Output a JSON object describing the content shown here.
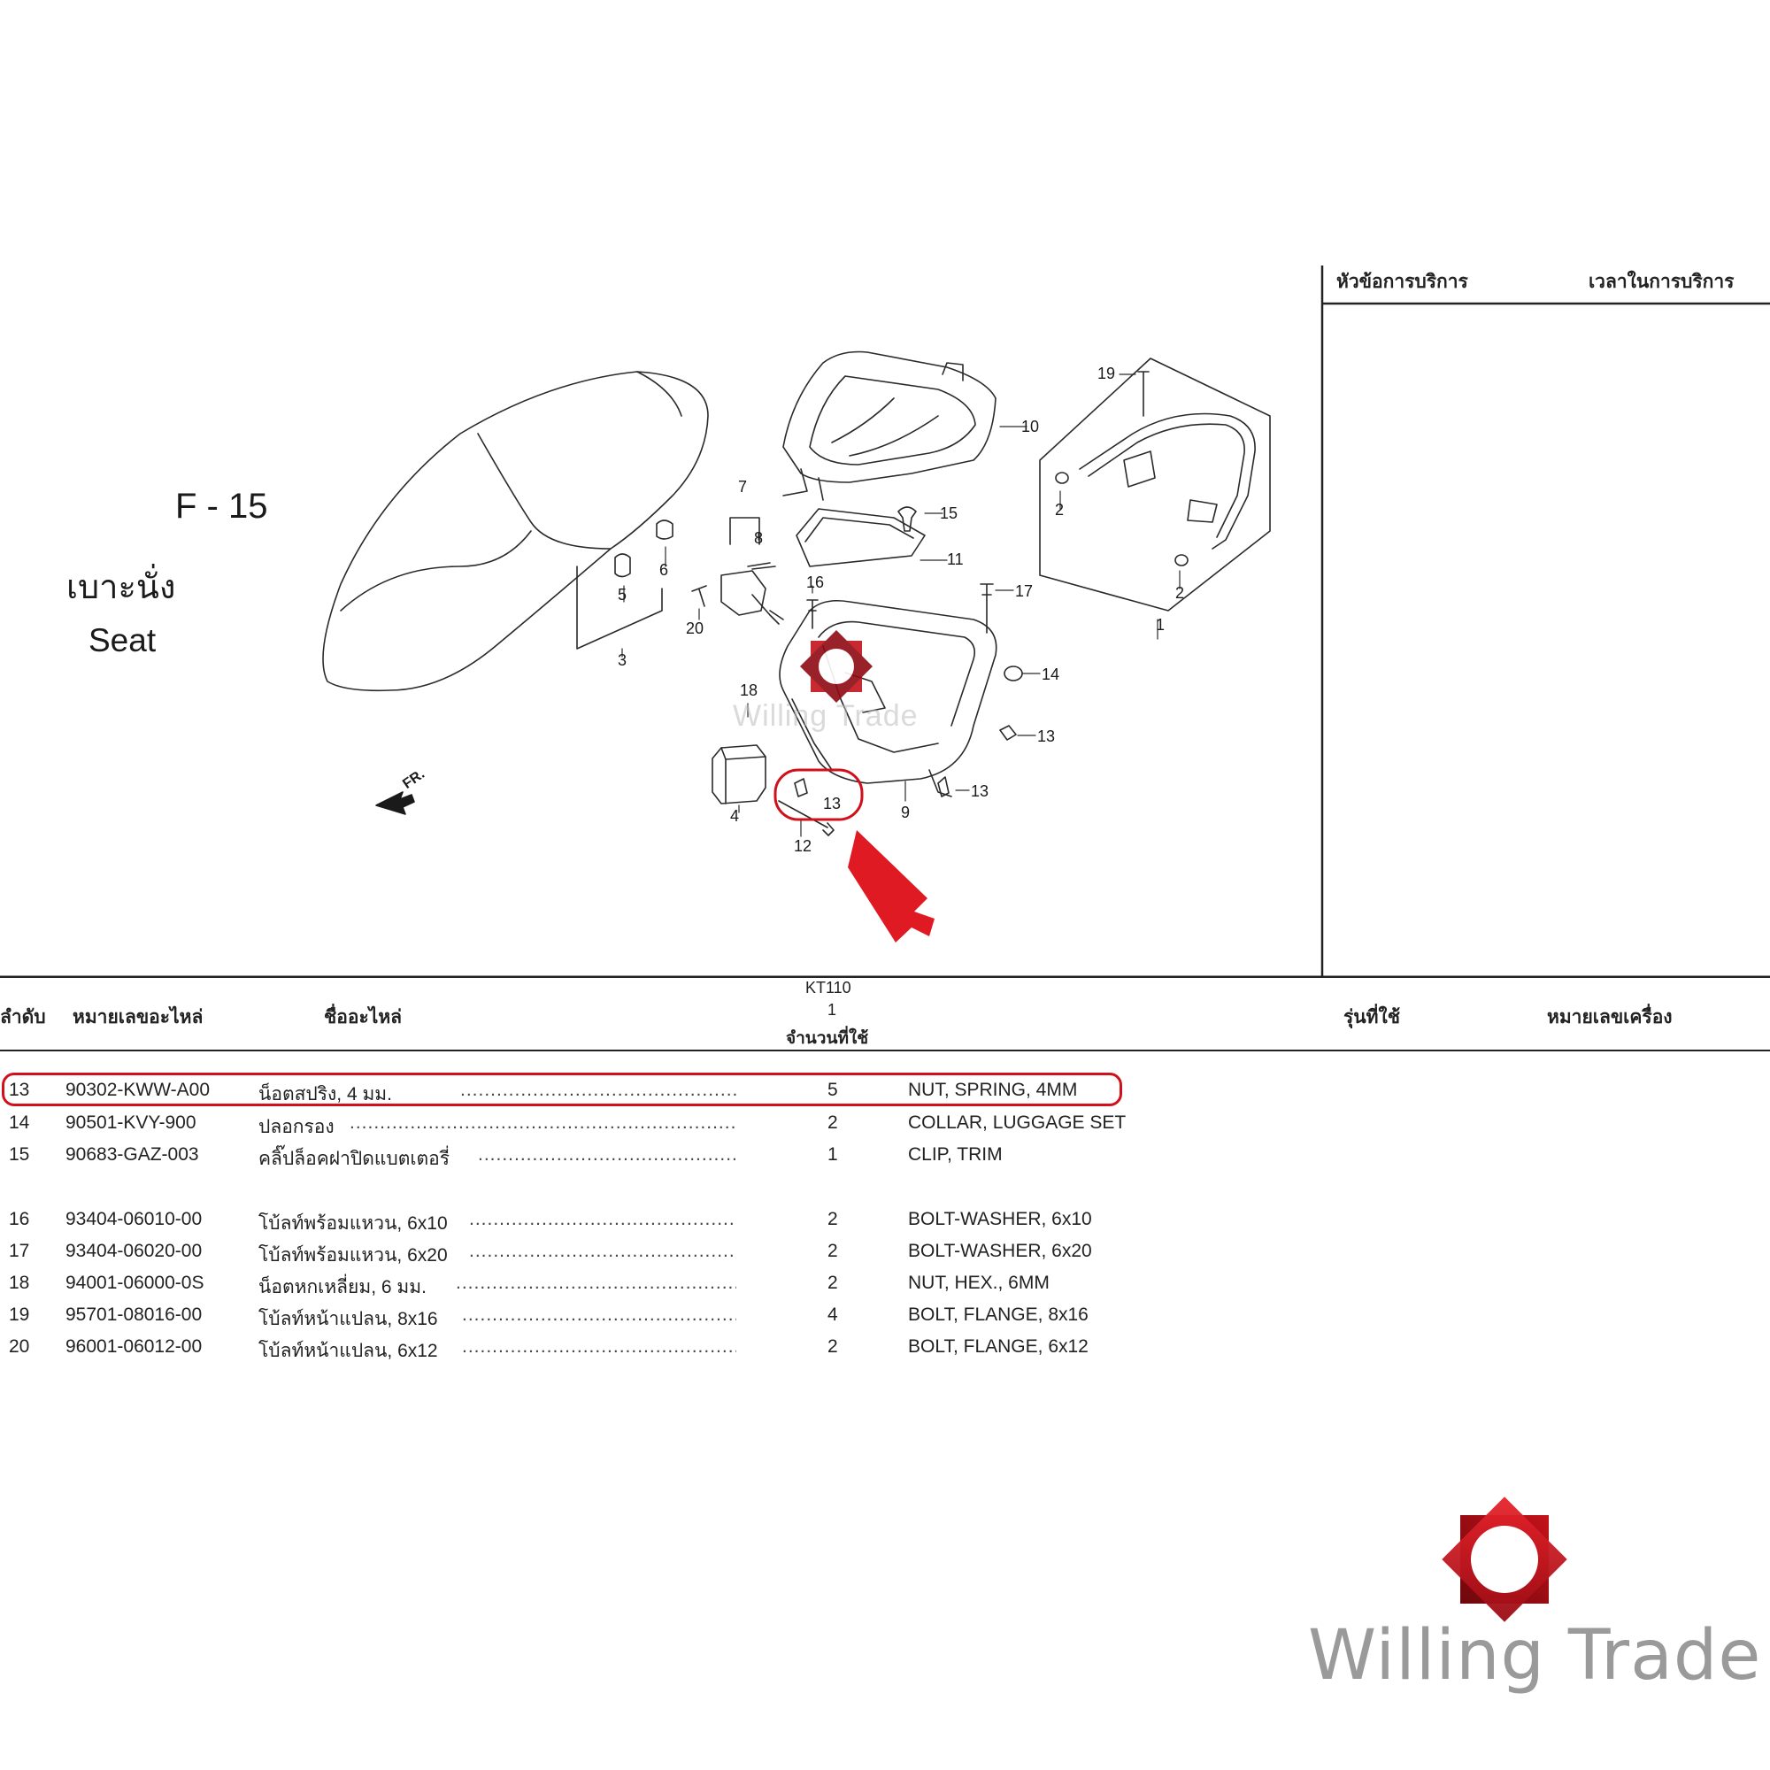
{
  "figure": {
    "code": "F - 15",
    "title_th": "เบาะนั่ง",
    "title_en": "Seat",
    "direction_marker": "FR.",
    "callouts": [
      "1",
      "2",
      "2",
      "3",
      "4",
      "5",
      "6",
      "7",
      "8",
      "9",
      "10",
      "11",
      "12",
      "13",
      "13",
      "13",
      "14",
      "15",
      "16",
      "17",
      "18",
      "19",
      "20"
    ],
    "highlighted_callout": "13"
  },
  "service_panel": {
    "headers": [
      "หัวข้อการบริการ",
      "เวลาในการบริการ"
    ]
  },
  "table": {
    "headers": {
      "no": "ลำดับ",
      "part_no": "หมายเลขอะไหล่",
      "part_name": "ชื่ออะไหล่",
      "model_code": "KT110",
      "model_variant": "1",
      "quantity": "จำนวนที่ใช้",
      "model_used": "รุ่นที่ใช้",
      "engine_no": "หมายเลขเครื่อง"
    },
    "rows": [
      {
        "no": "13",
        "part_no": "90302-KWW-A00",
        "name_th": "น็อตสปริง, 4 มม.",
        "qty": "5",
        "name_en": "NUT, SPRING, 4MM",
        "highlight": true
      },
      {
        "no": "14",
        "part_no": "90501-KVY-900",
        "name_th": "ปลอกรอง",
        "qty": "2",
        "name_en": "COLLAR, LUGGAGE SET",
        "highlight": false
      },
      {
        "no": "15",
        "part_no": "90683-GAZ-003",
        "name_th": "คลิ๊ปล็อคฝาปิดแบตเตอรี่",
        "qty": "1",
        "name_en": "CLIP, TRIM",
        "highlight": false
      },
      {
        "no": "16",
        "part_no": "93404-06010-00",
        "name_th": "โบ้ลท์พร้อมแหวน, 6x10",
        "qty": "2",
        "name_en": "BOLT-WASHER, 6x10",
        "highlight": false
      },
      {
        "no": "17",
        "part_no": "93404-06020-00",
        "name_th": "โบ้ลท์พร้อมแหวน, 6x20",
        "qty": "2",
        "name_en": "BOLT-WASHER, 6x20",
        "highlight": false
      },
      {
        "no": "18",
        "part_no": "94001-06000-0S",
        "name_th": "น็อตหกเหลี่ยม, 6 มม.",
        "qty": "2",
        "name_en": "NUT, HEX., 6MM",
        "highlight": false
      },
      {
        "no": "19",
        "part_no": "95701-08016-00",
        "name_th": "โบ้ลท์หน้าแปลน, 8x16",
        "qty": "4",
        "name_en": "BOLT, FLANGE, 8x16",
        "highlight": false
      },
      {
        "no": "20",
        "part_no": "96001-06012-00",
        "name_th": "โบ้ลท์หน้าแปลน, 6x12",
        "qty": "2",
        "name_en": "BOLT, FLANGE, 6x12",
        "highlight": false
      }
    ],
    "dot_leader": "............................................................................"
  },
  "branding": {
    "name": "Willing Trade",
    "watermark": "Willing Trade",
    "colors": {
      "brand_red": "#d0111b",
      "brand_dark_red": "#8e0a12",
      "wordmark_gray": "#9a9a9a"
    }
  }
}
